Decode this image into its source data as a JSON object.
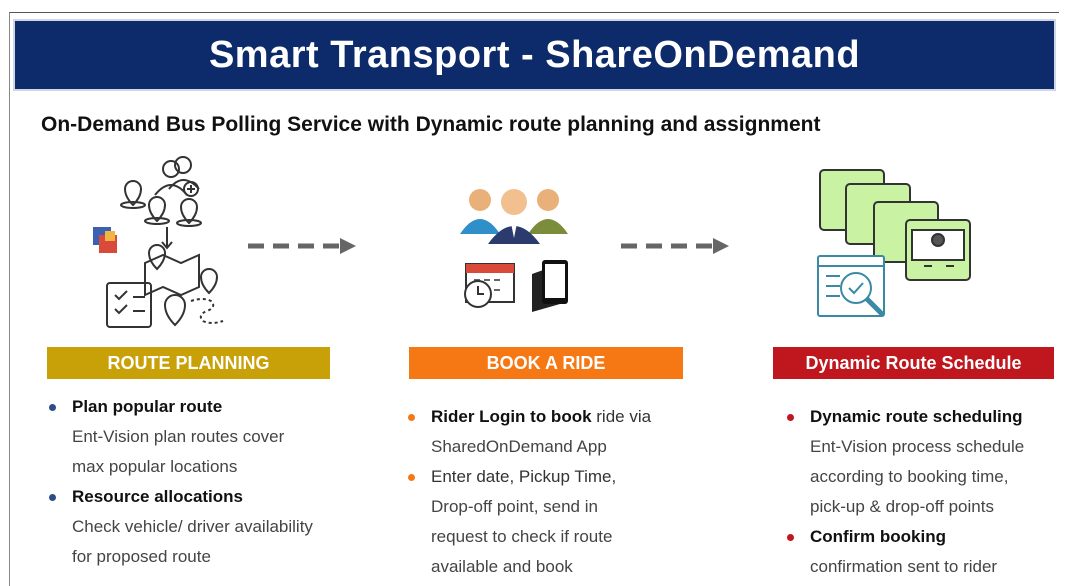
{
  "banner": {
    "title": "Smart Transport - ShareOnDemand"
  },
  "subtitle": "On-Demand Bus Polling Service with Dynamic route planning and assignment",
  "colors": {
    "banner": "#0d2a6b",
    "route_planning": "#c8a007",
    "book_ride": "#f57814",
    "dynamic_schedule": "#c0161d"
  },
  "icons": [
    "user-group-pin-icon",
    "route-map-icon",
    "people-icon",
    "calendar-clock-icon",
    "phone-tablet-icon",
    "bus-fleet-icon",
    "inspection-icon"
  ],
  "steps": [
    {
      "header": "ROUTE PLANNING",
      "items": [
        {
          "lead": "Plan popular route",
          "lead_rest": "",
          "lines": [
            "Ent-Vision plan routes cover",
            "max popular locations"
          ]
        },
        {
          "lead": "Resource allocations",
          "lead_rest": "",
          "lines": [
            "Check vehicle/ driver availability",
            "for proposed route"
          ]
        }
      ]
    },
    {
      "header": "BOOK A RIDE",
      "items": [
        {
          "lead": "Rider Login to book",
          "lead_rest": " ride via",
          "lines": [
            "SharedOnDemand  App"
          ]
        },
        {
          "lead": "",
          "lead_rest": "Enter date, Pickup Time,",
          "lines": [
            "Drop-off point, send in",
            "request to check if route",
            "available  and book"
          ]
        }
      ]
    },
    {
      "header": "Dynamic Route Schedule",
      "items": [
        {
          "lead": "Dynamic route scheduling",
          "lead_rest": "",
          "lines": [
            "Ent-Vision process schedule",
            "according to booking time,",
            "pick-up & drop-off points"
          ]
        },
        {
          "lead": "Confirm booking",
          "lead_rest": "",
          "lines": [
            "confirmation sent to rider"
          ]
        }
      ]
    }
  ]
}
